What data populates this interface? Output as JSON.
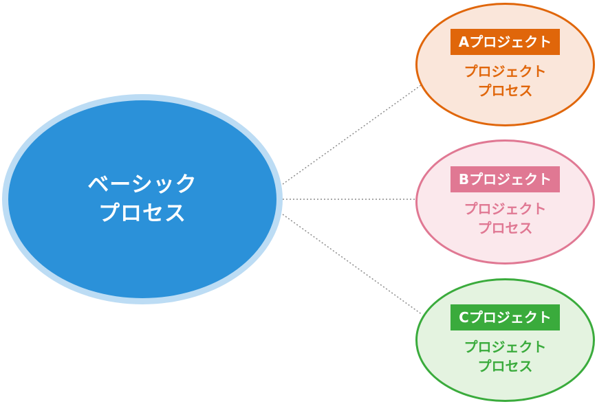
{
  "main_node": {
    "line1": "ベーシック",
    "line2": "プロセス",
    "color": "#2b91d9",
    "ring_color": "#bcdcf4"
  },
  "projects": [
    {
      "badge": "Aプロジェクト",
      "line1": "プロジェクト",
      "line2": "プロセス",
      "color": "#e0660a",
      "fill": "#fae6da"
    },
    {
      "badge": "Bプロジェクト",
      "line1": "プロジェクト",
      "line2": "プロセス",
      "color": "#e07893",
      "fill": "#fbe8ec"
    },
    {
      "badge": "Cプロジェクト",
      "line1": "プロジェクト",
      "line2": "プロセス",
      "color": "#3aab3c",
      "fill": "#e4f3e0"
    }
  ],
  "connector_color": "#8a8a8a"
}
